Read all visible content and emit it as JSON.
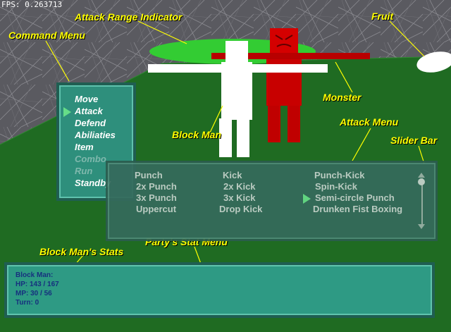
{
  "hud": {
    "fps": "FPS: 0.263713"
  },
  "annotations": {
    "attack_range": "Attack Range Indicator",
    "fruit": "Fruit",
    "command_menu": "Command Menu",
    "monster": "Monster",
    "block_man": "Block Man",
    "attack_menu": "Attack Menu",
    "slider_bar": "Slider Bar",
    "party_stat_menu": "Party's Stat Menu",
    "block_man_stats": "Block Man's Stats"
  },
  "command_menu": {
    "items": [
      {
        "label": "Move",
        "enabled": true
      },
      {
        "label": "Attack",
        "enabled": true,
        "selected": true
      },
      {
        "label": "Defend",
        "enabled": true
      },
      {
        "label": "Abiliaties",
        "enabled": true
      },
      {
        "label": "Item",
        "enabled": true
      },
      {
        "label": "Combo",
        "enabled": false
      },
      {
        "label": "Run",
        "enabled": false
      },
      {
        "label": "Standby",
        "enabled": true
      }
    ]
  },
  "attack_menu": {
    "columns": [
      [
        "Punch",
        "2x Punch",
        "3x Punch",
        "Uppercut"
      ],
      [
        "Kick",
        "2x Kick",
        "3x Kick",
        "Drop Kick"
      ],
      [
        "Punch-Kick",
        "Spin-Kick",
        "Semi-circle Punch",
        "Drunken Fist Boxing"
      ]
    ],
    "selected": "Semi-circle Punch"
  },
  "stats": {
    "name": "Block Man:",
    "hp": "HP: 143 / 167",
    "mp": "MP: 30 / 56",
    "turn": "Turn: 0"
  },
  "colors": {
    "sky": "#5f5f66",
    "ground": "#1e6a1e",
    "range_indicator": "#33cc33",
    "monster": "#cc0000",
    "menu_panel": "#2e8f7c",
    "annotation_text": "#ffff00",
    "stat_text": "#16307e"
  },
  "icons": [
    "selection-arrow-icon",
    "scroll-up-arrow-icon",
    "scroll-down-arrow-icon",
    "slider-thumb-icon"
  ]
}
